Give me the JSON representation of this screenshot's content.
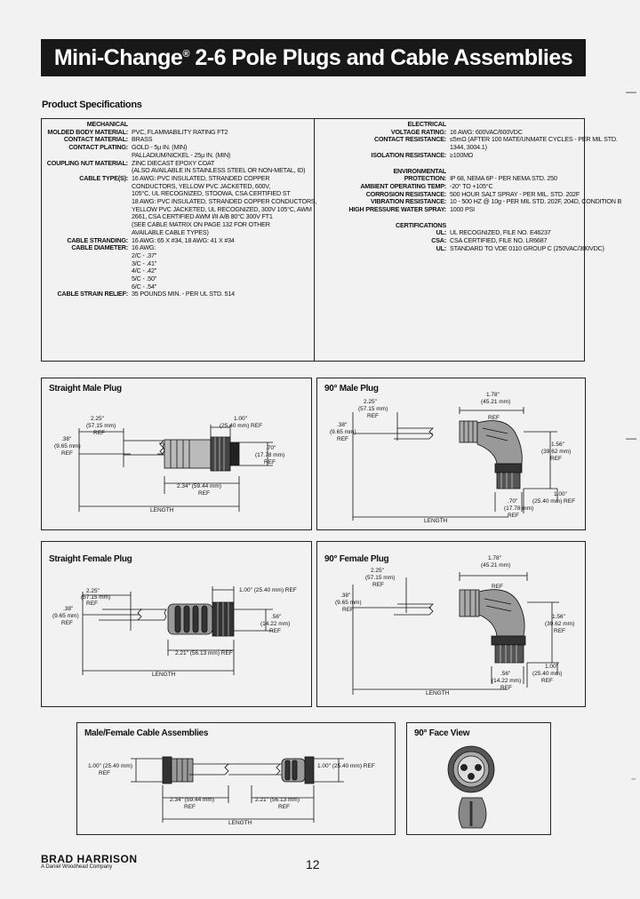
{
  "header": {
    "title_pre": "Mini-Change",
    "title_mark": "®",
    "title_post": " 2-6 Pole Plugs and Cable Assemblies"
  },
  "specs": {
    "heading": "Product Specifications",
    "mechanical": {
      "section": "MECHANICAL",
      "rows": [
        {
          "label": "MOLDED BODY MATERIAL:",
          "value": "PVC, FLAMMABILITY RATING FT2"
        },
        {
          "label": "CONTACT MATERIAL:",
          "value": "BRASS"
        },
        {
          "label": "CONTACT PLATING:",
          "value": "GOLD - 5µ IN. (MIN)"
        },
        {
          "label": "",
          "value": "PALLADIUM/NICKEL - 25µ IN. (MIN)"
        },
        {
          "label": "COUPLING NUT MATERIAL:",
          "value": "ZINC DIECAST EPOXY COAT"
        },
        {
          "label": "",
          "value": "(ALSO AVAILABLE IN STAINLESS STEEL OR NON-METAL, ID)"
        },
        {
          "label": "CABLE TYPE(S):",
          "value": "16 AWG: PVC INSULATED, STRANDED COPPER"
        },
        {
          "label": "",
          "value": "  CONDUCTORS, YELLOW PVC JACKETED, 600V,"
        },
        {
          "label": "",
          "value": "  105°C, UL RECOGNIZED, STOOWA, CSA CERTIFIED ST"
        },
        {
          "label": "",
          "value": "18 AWG: PVC INSULATED, STRANDED COPPER CONDUCTORS,"
        },
        {
          "label": "",
          "value": "  YELLOW PVC JACKETED, UL RECOGNIZED, 300V 105°C, AWM"
        },
        {
          "label": "",
          "value": "  2661, CSA CERTIFIED AWM I/II A/B 80°C 300V FT1"
        },
        {
          "label": "",
          "value": "(SEE CABLE MATRIX ON PAGE 132 FOR OTHER"
        },
        {
          "label": "",
          "value": "  AVAILABLE CABLE TYPES)"
        },
        {
          "label": "CABLE STRANDING:",
          "value": "16 AWG: 65 X #34, 18 AWG: 41 X #34"
        },
        {
          "label": "CABLE DIAMETER:",
          "value": "16 AWG:"
        },
        {
          "label": "",
          "value": "  2/C - .37\""
        },
        {
          "label": "",
          "value": "  3/C - .41\""
        },
        {
          "label": "",
          "value": "  4/C - .42\""
        },
        {
          "label": "",
          "value": "  5/C - .50\""
        },
        {
          "label": "",
          "value": "  6/C - .54\""
        },
        {
          "label": "CABLE STRAIN RELIEF:",
          "value": "35 POUNDS MIN. - PER UL STD. 514"
        }
      ]
    },
    "electrical": {
      "section": "ELECTRICAL",
      "rows": [
        {
          "label": "VOLTAGE RATING:",
          "value": "16 AWG: 600VAC/600VDC"
        },
        {
          "label": "CONTACT RESISTANCE:",
          "value": "≤5mΩ (AFTER 100 MATE/UNMATE CYCLES - PER MIL STD."
        },
        {
          "label": "",
          "value": "1344, 3004.1)"
        },
        {
          "label": "ISOLATION RESISTANCE:",
          "value": "≥100MΩ"
        }
      ]
    },
    "environmental": {
      "section": "ENVIRONMENTAL",
      "rows": [
        {
          "label": "PROTECTION:",
          "value": "IP 68, NEMA 6P - PER NEMA STD. 250"
        },
        {
          "label": "AMBIENT OPERATING TEMP:",
          "value": "-20° TO +105°C"
        },
        {
          "label": "CORROSION RESISTANCE:",
          "value": "500 HOUR SALT SPRAY - PER MIL. STD. 202F"
        },
        {
          "label": "VIBRATION RESISTANCE:",
          "value": "10 - 500 HZ @ 10g - PER MIL STD. 202F, 204D, CONDITION B"
        },
        {
          "label": "HIGH PRESSURE WATER SPRAY:",
          "value": "1000 PSI"
        }
      ]
    },
    "certifications": {
      "section": "CERTIFICATIONS",
      "rows": [
        {
          "label": "UL:",
          "value": "UL RECOGNIZED, FILE NO. E46237"
        },
        {
          "label": "CSA:",
          "value": "CSA CERTIFIED, FILE NO. LR6687"
        },
        {
          "label": "UL:",
          "value": "STANDARD TO VDE 0110 GROUP C (250VAC/300VDC)"
        }
      ]
    }
  },
  "panels": {
    "straight_male": {
      "title": "Straight Male Plug",
      "dims": [
        "2.25\"",
        "(57.15 mm)",
        "REF",
        ".38\"",
        "(9.65 mm)",
        "REF",
        "1.00\"",
        "(25.40 mm) REF",
        ".70\"",
        "(17.78 mm)",
        "REF",
        "2.34\" (59.44 mm)",
        "REF",
        "LENGTH"
      ]
    },
    "male_90": {
      "title": "90° Male Plug",
      "dims": [
        "1.78\"",
        "(45.21 mm)",
        "REF",
        "2.25\"",
        "(57.15 mm)",
        "REF",
        ".38\"",
        "(9.65 mm)",
        "REF",
        "1.56\"",
        "(39.62 mm)",
        "REF",
        ".70\"",
        "(17.78 mm)",
        "REF",
        "1.00\"",
        "(25.40 mm) REF",
        "LENGTH"
      ]
    },
    "straight_female": {
      "title": "Straight Female Plug",
      "dims": [
        "2.25\"",
        "(57.15 mm)",
        "REF",
        ".38\"",
        "(9.65 mm)",
        "REF",
        "1.00\" (25.40 mm) REF",
        ".56\"",
        "(14.22 mm)",
        "REF",
        "2.21\" (56.13 mm) REF",
        "LENGTH"
      ]
    },
    "female_90": {
      "title": "90° Female Plug",
      "dims": [
        "1.78\"",
        "(45.21 mm)",
        "REF",
        "2.25\"",
        "(57.15 mm)",
        "REF",
        ".38\"",
        "(9.65 mm)",
        "REF",
        "1.56\"",
        "(39.62 mm)",
        "REF",
        ".56\"",
        "(14.22 mm)",
        "REF",
        "1.00\"",
        "(25.40 mm)",
        "REF",
        "LENGTH"
      ]
    },
    "cable_assemblies": {
      "title": "Male/Female Cable Assemblies",
      "dims": [
        "1.00\" (25.40 mm)",
        "REF",
        "1.00\" (25.40 mm) REF",
        "2.34\" (59.44 mm)",
        "REF",
        "2.21\" (56.13 mm)",
        "REF",
        "LENGTH"
      ]
    },
    "face_view": {
      "title": "90° Face View"
    }
  },
  "footer": {
    "logo": "BRAD HARRISON",
    "logo_sub": "A Daniel Woodhead Company",
    "page_number": "12"
  }
}
